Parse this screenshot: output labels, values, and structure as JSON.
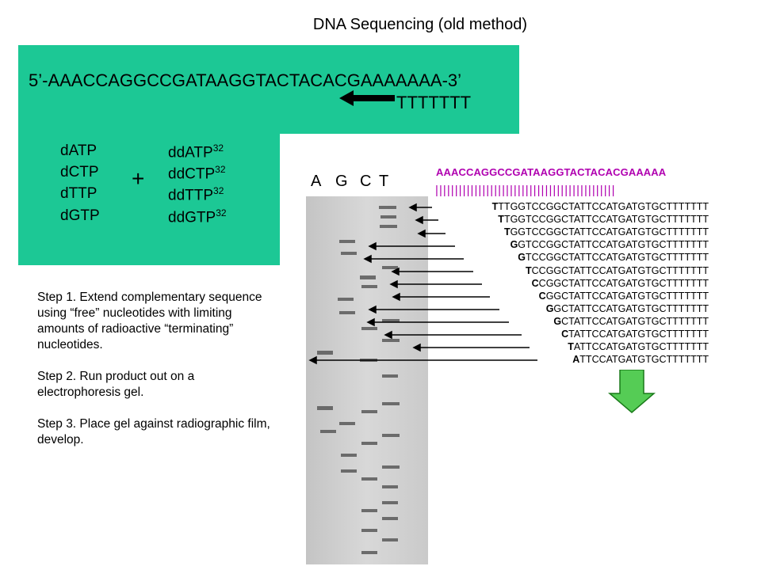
{
  "title": "DNA Sequencing (old method)",
  "template_sequence": "5’-AAACCAGGCCGATAAGGTACTACACGAAAAAAA-3’",
  "primer": "TTTTTTT",
  "dntps": [
    "dATP",
    "dCTP",
    "dTTP",
    "dGTP"
  ],
  "ddntps": [
    {
      "name": "ddATP",
      "sup": "32"
    },
    {
      "name": "ddCTP",
      "sup": "32"
    },
    {
      "name": "ddTTP",
      "sup": "32"
    },
    {
      "name": "ddGTP",
      "sup": "32"
    }
  ],
  "plus": "+",
  "steps": [
    "Step 1. Extend complementary sequence using “free” nucleotides with limiting amounts of radioactive “terminating” nucleotides.",
    "Step 2. Run product out on a electrophoresis gel.",
    "Step 3. Place gel against radiographic film, develop."
  ],
  "lanes": [
    "A",
    "G",
    "C",
    "T"
  ],
  "reference_sequence": "AAACCAGGCCGATAAGGTACTACACGAAAAA",
  "reference_bars": "||||||||||||||||||||||||||||||||||||||||||||||",
  "fragments": [
    {
      "first": "T",
      "rest": "TTGGTCCGGCTATTCCATGATGTGCTTTTTTT"
    },
    {
      "first": "T",
      "rest": "TGGTCCGGCTATTCCATGATGTGCTTTTTTT"
    },
    {
      "first": "T",
      "rest": "GGTCCGGCTATTCCATGATGTGCTTTTTTT"
    },
    {
      "first": "G",
      "rest": "GTCCGGCTATTCCATGATGTGCTTTTTTT"
    },
    {
      "first": "G",
      "rest": "TCCGGCTATTCCATGATGTGCTTTTTTT"
    },
    {
      "first": "T",
      "rest": "CCGGCTATTCCATGATGTGCTTTTTTT"
    },
    {
      "first": "C",
      "rest": "CGGCTATTCCATGATGTGCTTTTTTT"
    },
    {
      "first": "C",
      "rest": "GGCTATTCCATGATGTGCTTTTTTT"
    },
    {
      "first": "G",
      "rest": "GCTATTCCATGATGTGCTTTTTTT"
    },
    {
      "first": "G",
      "rest": "CTATTCCATGATGTGCTTTTTTT"
    },
    {
      "first": "C",
      "rest": "TATTCCATGATGTGCTTTTTTT"
    },
    {
      "first": "T",
      "rest": "ATTCCATGATGTGCTTTTTTT"
    },
    {
      "first": "A",
      "rest": "TTCCATGATGTGCTTTTTTT"
    }
  ]
}
